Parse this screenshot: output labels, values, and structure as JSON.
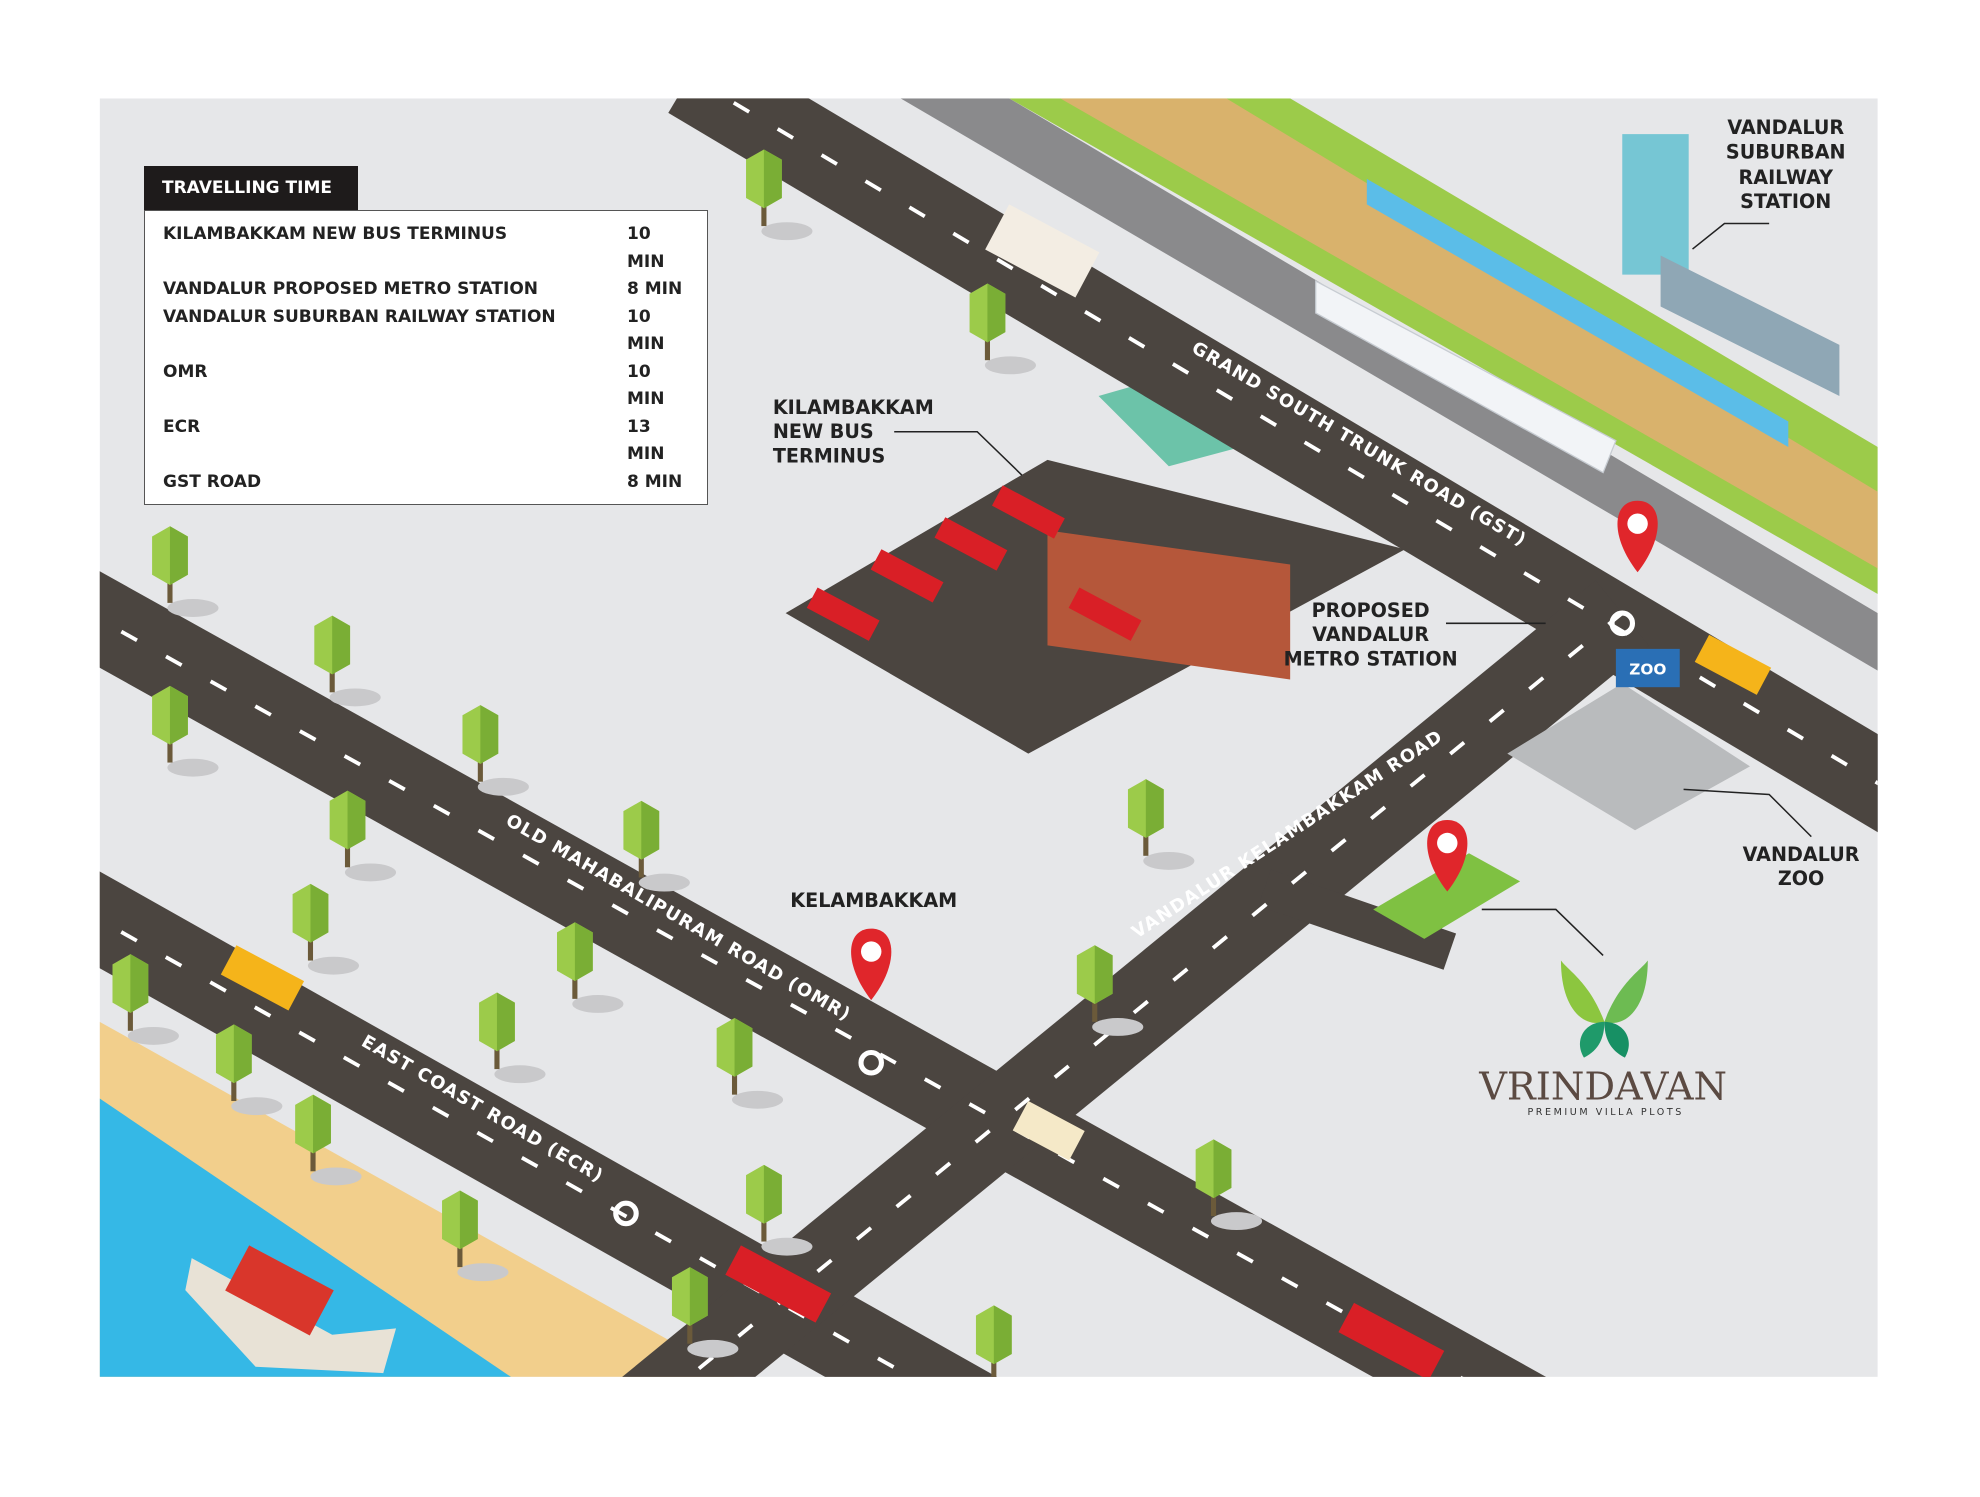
{
  "travelling_time": {
    "title": "TRAVELLING TIME",
    "rows": [
      {
        "place": "KILAMBAKKAM NEW BUS TERMINUS",
        "time": "10 MIN"
      },
      {
        "place": "VANDALUR PROPOSED METRO STATION",
        "time": "8 MIN"
      },
      {
        "place": "VANDALUR SUBURBAN RAILWAY STATION",
        "time": "10 MIN"
      },
      {
        "place": "OMR",
        "time": "10 MIN"
      },
      {
        "place": "ECR",
        "time": "13 MIN"
      },
      {
        "place": "GST ROAD",
        "time": "8 MIN"
      }
    ]
  },
  "landmarks": {
    "railway": [
      "VANDALUR",
      "SUBURBAN",
      "RAILWAY",
      "STATION"
    ],
    "bus_terminus": [
      "KILAMBAKKAM",
      "NEW BUS",
      "TERMINUS"
    ],
    "metro": [
      "PROPOSED",
      "VANDALUR",
      "METRO STATION"
    ],
    "kelambakkam": "KELAMBAKKAM",
    "zoo": [
      "VANDALUR",
      "ZOO"
    ],
    "zoo_sign": "ZOO"
  },
  "roads": {
    "gst": "GRAND SOUTH TRUNK ROAD (GST)",
    "omr": "OLD MAHABALIPURAM ROAD (OMR)",
    "ecr": "EAST COAST ROAD (ECR)",
    "vkr": "VANDALUR KELAMBAKKAM ROAD"
  },
  "logo": {
    "name": "VRINDAVAN",
    "tagline": "PREMIUM VILLA PLOTS"
  },
  "colors": {
    "map_bg": "#e6e7e9",
    "road": "#4b4540",
    "pin": "#e0262b",
    "bus": "#d91f26",
    "grass": "#9ccb4a",
    "water": "#35b8e6",
    "sand": "#f2cf8c"
  }
}
